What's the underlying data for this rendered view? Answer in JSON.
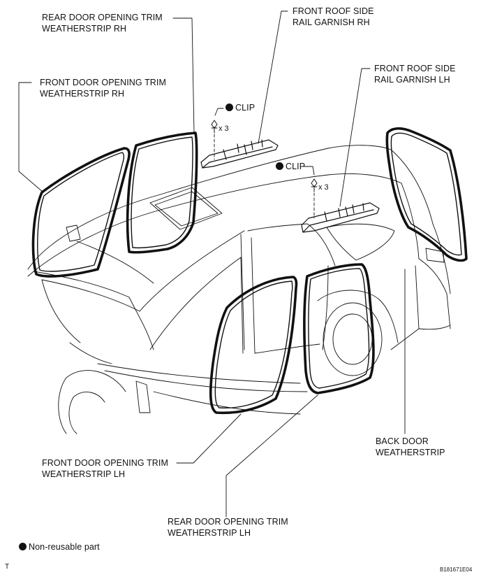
{
  "labels": {
    "rear_door_rh": [
      "REAR DOOR OPENING TRIM",
      "WEATHERSTRIP RH"
    ],
    "front_door_rh": [
      "FRONT DOOR OPENING TRIM",
      "WEATHERSTRIP RH"
    ],
    "front_roof_rh": [
      "FRONT ROOF SIDE",
      "RAIL GARNISH RH"
    ],
    "front_roof_lh": [
      "FRONT ROOF SIDE",
      "RAIL GARNISH LH"
    ],
    "back_door": [
      "BACK DOOR",
      "WEATHERSTRIP"
    ],
    "front_door_lh": [
      "FRONT DOOR OPENING TRIM",
      "WEATHERSTRIP LH"
    ],
    "rear_door_lh": [
      "REAR DOOR OPENING TRIM",
      "WEATHERSTRIP LH"
    ]
  },
  "clips": [
    {
      "label": "CLIP",
      "qty": "x 3"
    },
    {
      "label": "CLIP",
      "qty": "x 3"
    }
  ],
  "legend": {
    "text": "Non-reusable part"
  },
  "footer": {
    "left_mark": "T",
    "figure_code": "B181671E04"
  }
}
